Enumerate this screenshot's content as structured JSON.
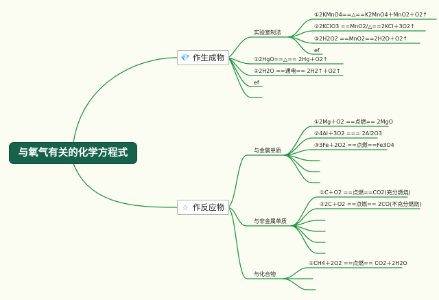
{
  "root": "与氧气有关的化学方程式",
  "branches": {
    "product": {
      "label": "作生成物",
      "icon": "diamond-icon",
      "groups": {
        "lab": {
          "label": "实验室制法",
          "items": [
            "①2KMnO4==△==K2MnO4＋MnO2＋O2↑",
            "②2KClO3 ==MnO2/△==2KCl＋3O2↑",
            "③2H2O2 ==MnO2==2H2O＋O2↑",
            "ef"
          ]
        },
        "others": [
          "①2HgO==△== 2Hg＋O2↑",
          "②2H2O ==通电== 2H2↑＋O2↑",
          "ef"
        ]
      }
    },
    "reactant": {
      "label": "作反应物",
      "icon": "star-icon",
      "groups": {
        "metal": {
          "label": "与金属单质",
          "items": [
            "①2Mg＋O2 ==点燃== 2MgO",
            "②4Al＋3O2 === 2Al2O3",
            "③3Fe＋2O2 ==点燃==Fe3O4"
          ]
        },
        "nonmetal": {
          "label": "与非金属单质",
          "items": [
            "①C＋O2 ==点燃==CO2(充分燃烧)",
            "②2C＋O2 ==点燃== 2CO(不充分燃烧)"
          ]
        },
        "compound": {
          "label": "与化合物",
          "items": [
            "①CH4＋2O2 ==点燃== CO2＋2H2O"
          ]
        }
      }
    }
  },
  "colors": {
    "line": "#1f9640",
    "root_bg": "#16624b"
  }
}
